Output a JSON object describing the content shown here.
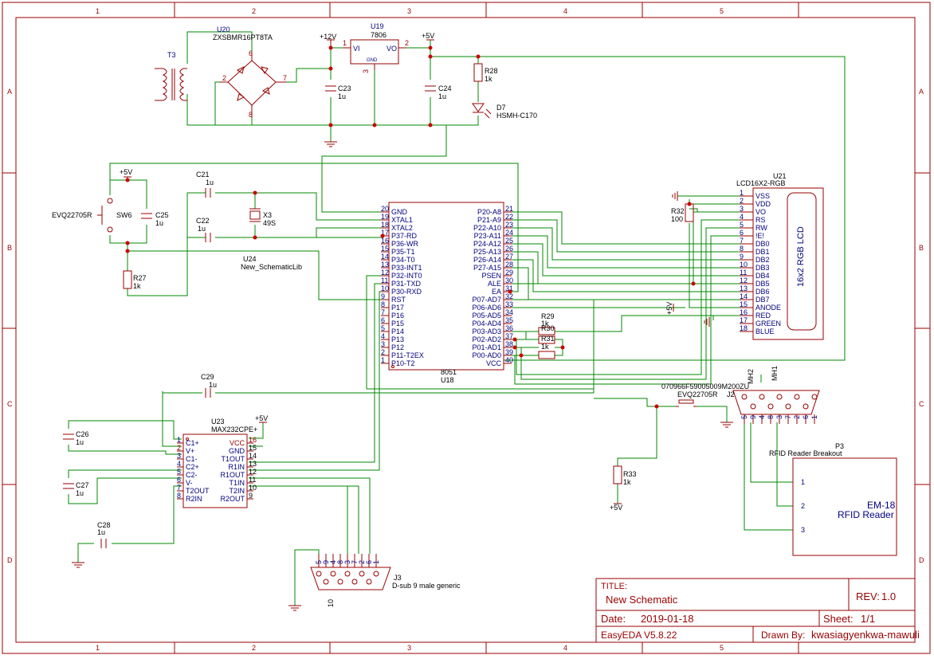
{
  "frame": {
    "cols": [
      "1",
      "2",
      "3",
      "4",
      "5"
    ],
    "rows": [
      "A",
      "B",
      "C",
      "D"
    ]
  },
  "power": {
    "vcc12": "+12V",
    "vcc5": "+5V"
  },
  "components": {
    "u20_ref": "U20",
    "u20_val": "ZXSBMR16PT8TA",
    "t3": "T3",
    "u19_ref": "U19",
    "u19_val": "7806",
    "u19_vi": "VI",
    "u19_vo": "VO",
    "u19_gnd": "GND",
    "c23": "C23",
    "c24": "C24",
    "c25": "C25",
    "c21": "C21",
    "c22": "C22",
    "c29": "C29",
    "c26": "C26",
    "c27": "C27",
    "c28": "C28",
    "cap_1u": "1u",
    "r28": "R28",
    "r27": "R27",
    "r32": "R32",
    "r29": "R29",
    "r30": "R30",
    "r31": "R31",
    "r33": "R33",
    "res_1k": "1k",
    "res_100": "100",
    "d7": "D7",
    "d7_val": "HSMH-C170",
    "sw6": "SW6",
    "sw6_val": "EVQ22705R",
    "x3": "X3",
    "x3_val": "49S",
    "u24": "U24",
    "u24_val": "New_SchematicLib",
    "u18": "U18",
    "u18_val": "8051",
    "u21": "U21",
    "u21_val": "LCD16X2-RGB",
    "lcd_label": "16x2 RGB LCD",
    "u23": "U23",
    "u23_val": "MAX232CPE+",
    "j2": "J2",
    "j2_sw": "EVQ22705R",
    "j2_part": "070966F59005009M200ZU",
    "mh2": "MH2",
    "mh1": "MH1",
    "j3": "J3",
    "j3_val": "D-sub 9 male generic",
    "p3": "P3",
    "p3_val": "RFID Reader Breakout",
    "em18_l1": "EM-18",
    "em18_l2": "RFID Reader"
  },
  "u18_left": [
    [
      "GND",
      "20"
    ],
    [
      "XTAL1",
      "19"
    ],
    [
      "XTAL2",
      "18"
    ],
    [
      "P37-RD",
      "17"
    ],
    [
      "P36-WR",
      "16"
    ],
    [
      "P35-T1",
      "15"
    ],
    [
      "P34-T0",
      "14"
    ],
    [
      "P33-INT1",
      "13"
    ],
    [
      "P32-INT0",
      "12"
    ],
    [
      "P31-TXD",
      "11"
    ],
    [
      "P30-RXD",
      "10"
    ],
    [
      "RST",
      "9"
    ],
    [
      "P17",
      "8"
    ],
    [
      "P16",
      "7"
    ],
    [
      "P15",
      "6"
    ],
    [
      "P14",
      "5"
    ],
    [
      "P13",
      "4"
    ],
    [
      "P12",
      "3"
    ],
    [
      "P11-T2EX",
      "2"
    ],
    [
      "P10-T2",
      "1"
    ]
  ],
  "u18_right": [
    [
      "P20-A8",
      "21"
    ],
    [
      "P21-A9",
      "22"
    ],
    [
      "P22-A10",
      "23"
    ],
    [
      "P23-A11",
      "24"
    ],
    [
      "P24-A12",
      "25"
    ],
    [
      "P25-A13",
      "26"
    ],
    [
      "P26-A14",
      "27"
    ],
    [
      "P27-A15",
      "28"
    ],
    [
      "PSEN",
      "29"
    ],
    [
      "ALE",
      "30"
    ],
    [
      "EA",
      "31"
    ],
    [
      "P07-AD7",
      "32"
    ],
    [
      "P06-AD6",
      "33"
    ],
    [
      "P05-AD5",
      "34"
    ],
    [
      "P04-AD4",
      "35"
    ],
    [
      "P03-AD3",
      "36"
    ],
    [
      "P02-AD2",
      "37"
    ],
    [
      "P01-AD1",
      "38"
    ],
    [
      "P00-AD0",
      "39"
    ],
    [
      "VCC",
      "40"
    ]
  ],
  "u21_pins": [
    [
      "VSS",
      "1"
    ],
    [
      "VDD",
      "2"
    ],
    [
      "VO",
      "3"
    ],
    [
      "RS",
      "4"
    ],
    [
      "RW",
      "5"
    ],
    [
      "!E!",
      "6"
    ],
    [
      "DB0",
      "7"
    ],
    [
      "DB1",
      "8"
    ],
    [
      "DB2",
      "9"
    ],
    [
      "DB3",
      "10"
    ],
    [
      "DB4",
      "11"
    ],
    [
      "DB5",
      "12"
    ],
    [
      "DB6",
      "13"
    ],
    [
      "DB7",
      "14"
    ],
    [
      "ANODE",
      "15"
    ],
    [
      "RED",
      "16"
    ],
    [
      "GREEN",
      "17"
    ],
    [
      "BLUE",
      "18"
    ]
  ],
  "u23_left": [
    [
      "C1+",
      "1"
    ],
    [
      "V+",
      "2"
    ],
    [
      "C1-",
      "3"
    ],
    [
      "C2+",
      "4"
    ],
    [
      "C2-",
      "5"
    ],
    [
      "V-",
      "6"
    ],
    [
      "T2OUT",
      "7"
    ],
    [
      "R2IN",
      "8"
    ]
  ],
  "u23_right": [
    [
      "VCC",
      "16"
    ],
    [
      "GND",
      "15"
    ],
    [
      "T1OUT",
      "14"
    ],
    [
      "R1IN",
      "13"
    ],
    [
      "R1OUT",
      "12"
    ],
    [
      "T1IN",
      "11"
    ],
    [
      "T2IN",
      "10"
    ],
    [
      "R2OUT",
      "9"
    ]
  ],
  "j2_pins": [
    "5",
    "9",
    "4",
    "8",
    "3",
    "7",
    "2",
    "6",
    "1"
  ],
  "j3_pins": [
    "5",
    "9",
    "4",
    "8",
    "3",
    "7",
    "2",
    "6",
    "1"
  ],
  "j3_extra": "10",
  "p3_pins": [
    "1",
    "2",
    "3"
  ],
  "title_block": {
    "title_label": "TITLE:",
    "title": "New Schematic",
    "rev_label": "REV:",
    "rev": "1.0",
    "date_label": "Date:",
    "date": "2019-01-18",
    "sheet_label": "Sheet:",
    "sheet": "1/1",
    "tool": "EasyEDA V5.8.22",
    "drawn_label": "Drawn By:",
    "drawn": "kwasiagyenkwa-mawuli"
  }
}
